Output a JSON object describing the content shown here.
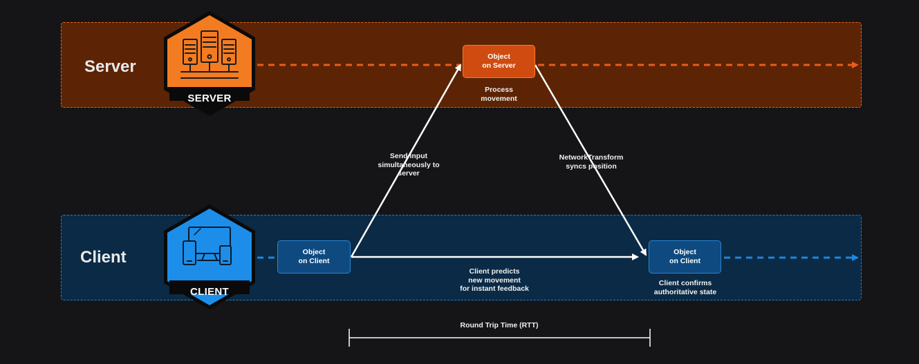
{
  "lanes": {
    "server": {
      "label": "Server",
      "badge": "SERVER",
      "accent": "#e0671f"
    },
    "client": {
      "label": "Client",
      "badge": "CLIENT",
      "accent": "#1f7fd0"
    }
  },
  "nodes": {
    "object_on_server": {
      "line1": "Object",
      "line2": "on Server"
    },
    "object_on_client_start": {
      "line1": "Object",
      "line2": "on Client"
    },
    "object_on_client_end": {
      "line1": "Object",
      "line2": "on Client"
    }
  },
  "captions": {
    "process_movement": [
      "Process",
      "movement"
    ],
    "send_input": [
      "Send input",
      "simultaneously to",
      "server"
    ],
    "network_transform": [
      "NetworkTransform",
      "syncs position"
    ],
    "client_predicts": [
      "Client predicts",
      "new movement",
      "for instant feedback"
    ],
    "client_confirms": [
      "Client confirms",
      "authoritative state"
    ]
  },
  "rtt": {
    "label": "Round Trip Time (RTT)"
  },
  "icons": {
    "server_badge": "server-rack-icon",
    "client_badge": "devices-icon"
  }
}
